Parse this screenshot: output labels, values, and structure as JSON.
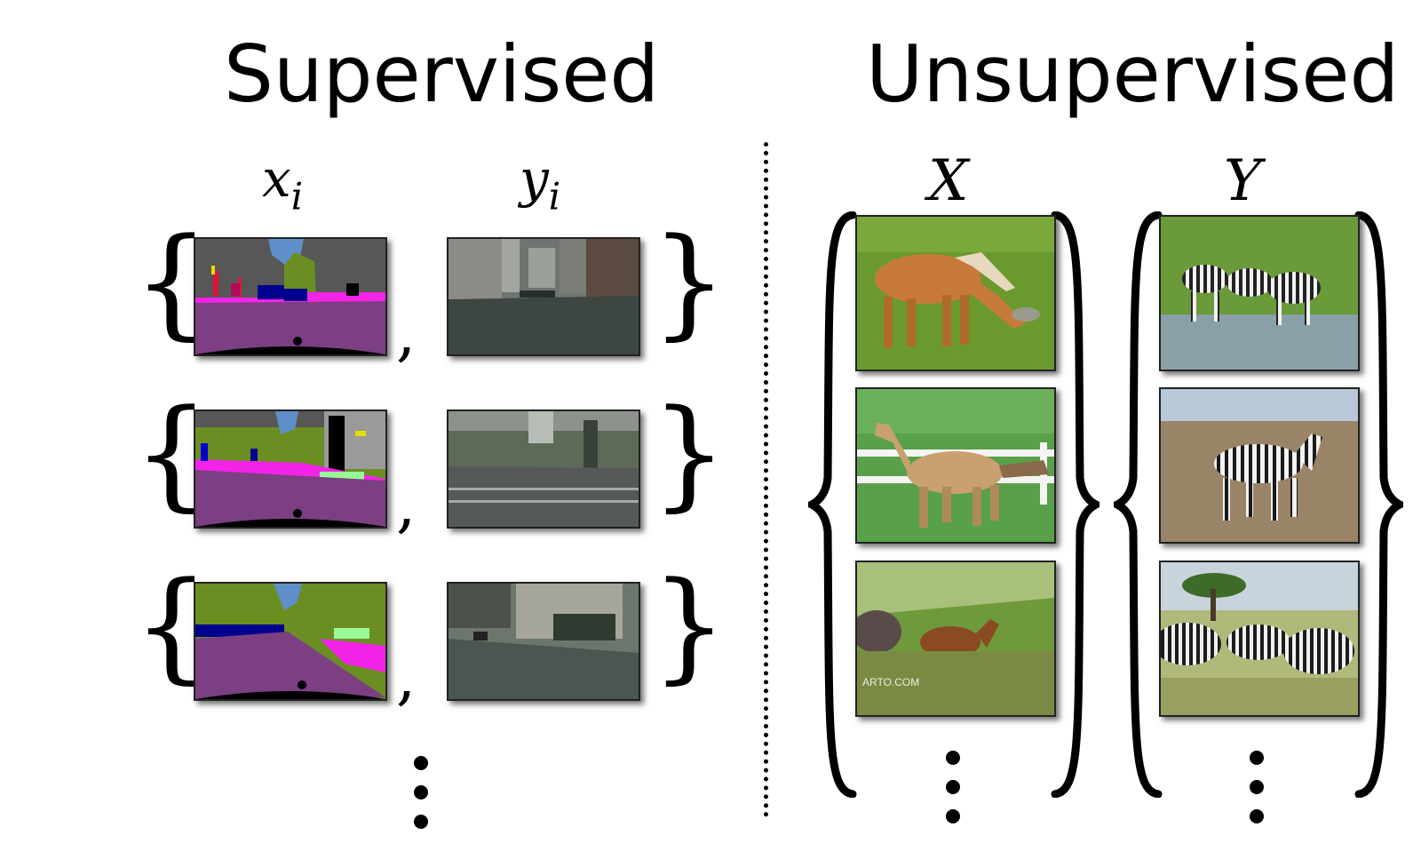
{
  "supervised": {
    "title": "Supervised",
    "x_label": "x",
    "x_sub": "i",
    "y_label": "y",
    "y_sub": "i",
    "pair_separator": ",",
    "pairs": [
      {
        "x_image": "segmentation-map-street-1",
        "y_image": "street-photo-1"
      },
      {
        "x_image": "segmentation-map-street-2",
        "y_image": "street-photo-2"
      },
      {
        "x_image": "segmentation-map-street-3",
        "y_image": "street-photo-3"
      }
    ]
  },
  "unsupervised": {
    "title": "Unsupervised",
    "x_set_label": "X",
    "y_set_label": "Y",
    "x_images": [
      "horse-grazing",
      "horse-trotting",
      "horses-in-field"
    ],
    "y_images": [
      "zebras-at-water",
      "zebra-walking",
      "zebra-herd"
    ],
    "image_credit": "ARTO.COM"
  },
  "colors": {
    "seg_road": "#7b3f82",
    "seg_sky": "#575757",
    "seg_vegetation": "#6b8e23",
    "seg_sidewalk": "#f423e8",
    "seg_car": "#00008e",
    "grass": "#6a9a2e"
  }
}
